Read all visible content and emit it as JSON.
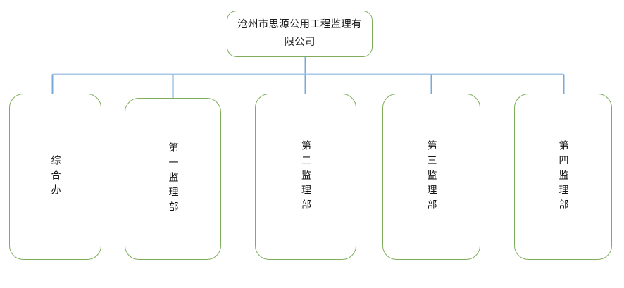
{
  "chart": {
    "title_text": "沧州市思源公用工程监理有限公司",
    "type": "organizational-chart",
    "orientation": "top-down",
    "colors": {
      "node_border": "#7fad5c",
      "connector_line": "#7aa8d8",
      "node_fill": "#ffffff",
      "text": "#141414",
      "background": "#ffffff"
    },
    "root": {
      "id": "root",
      "label": "沧州市思源公用工程监理有限公司",
      "text_orientation": "horizontal",
      "lines": [
        "沧州市思源公用工程监理",
        "有限公司"
      ]
    },
    "children": [
      {
        "id": "dept-general-office",
        "label": "综合办",
        "text_orientation": "vertical",
        "characters": [
          "综",
          "合",
          "办"
        ]
      },
      {
        "id": "dept-supervision-1",
        "label": "第一监理部",
        "text_orientation": "vertical",
        "characters": [
          "第",
          "一",
          "监",
          "理",
          "部"
        ]
      },
      {
        "id": "dept-supervision-2",
        "label": "第二监理部",
        "text_orientation": "vertical",
        "characters": [
          "第",
          "二",
          "监",
          "理",
          "部"
        ]
      },
      {
        "id": "dept-supervision-3",
        "label": "第三监理部",
        "text_orientation": "vertical",
        "characters": [
          "第",
          "三",
          "监",
          "理",
          "部"
        ]
      },
      {
        "id": "dept-supervision-4",
        "label": "第四监理部",
        "text_orientation": "vertical",
        "characters": [
          "第",
          "四",
          "监",
          "理",
          "部"
        ]
      }
    ]
  }
}
